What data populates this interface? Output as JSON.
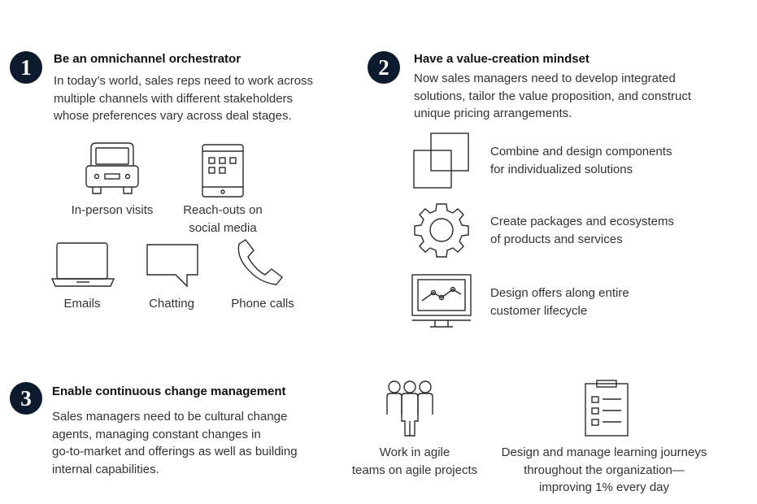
{
  "sections": [
    {
      "number": "1",
      "title": "Be an omnichannel orchestrator",
      "body": "In today’s world, sales reps need to work across\nmultiple channels with different stakeholders\nwhose preferences vary across deal stages.",
      "items": [
        {
          "icon": "car-icon",
          "label": "In-person visits"
        },
        {
          "icon": "tablet-icon",
          "label": "Reach-outs on\nsocial media"
        },
        {
          "icon": "laptop-icon",
          "label": "Emails"
        },
        {
          "icon": "chat-bubble-icon",
          "label": "Chatting"
        },
        {
          "icon": "phone-icon",
          "label": "Phone calls"
        }
      ]
    },
    {
      "number": "2",
      "title": "Have a value-creation mindset",
      "body": "Now sales managers need to develop integrated\nsolutions, tailor the value proposition, and construct\nunique pricing arrangements.",
      "items": [
        {
          "icon": "overlapping-squares-icon",
          "label": "Combine and design components\nfor individualized solutions"
        },
        {
          "icon": "gear-icon",
          "label": "Create packages and ecosystems\nof products and services"
        },
        {
          "icon": "monitor-chart-icon",
          "label": "Design offers along entire\ncustomer lifecycle"
        }
      ]
    },
    {
      "number": "3",
      "title": "Enable continuous change management",
      "body": "Sales managers need to be cultural change\nagents, managing constant changes in\ngo-to-market and offerings as well as building\ninternal capabilities.",
      "items": [
        {
          "icon": "team-people-icon",
          "label": "Work in agile\nteams on agile projects"
        },
        {
          "icon": "clipboard-checklist-icon",
          "label": "Design and manage learning journeys\nthroughout the organization—\nimproving 1% every day"
        }
      ]
    }
  ]
}
